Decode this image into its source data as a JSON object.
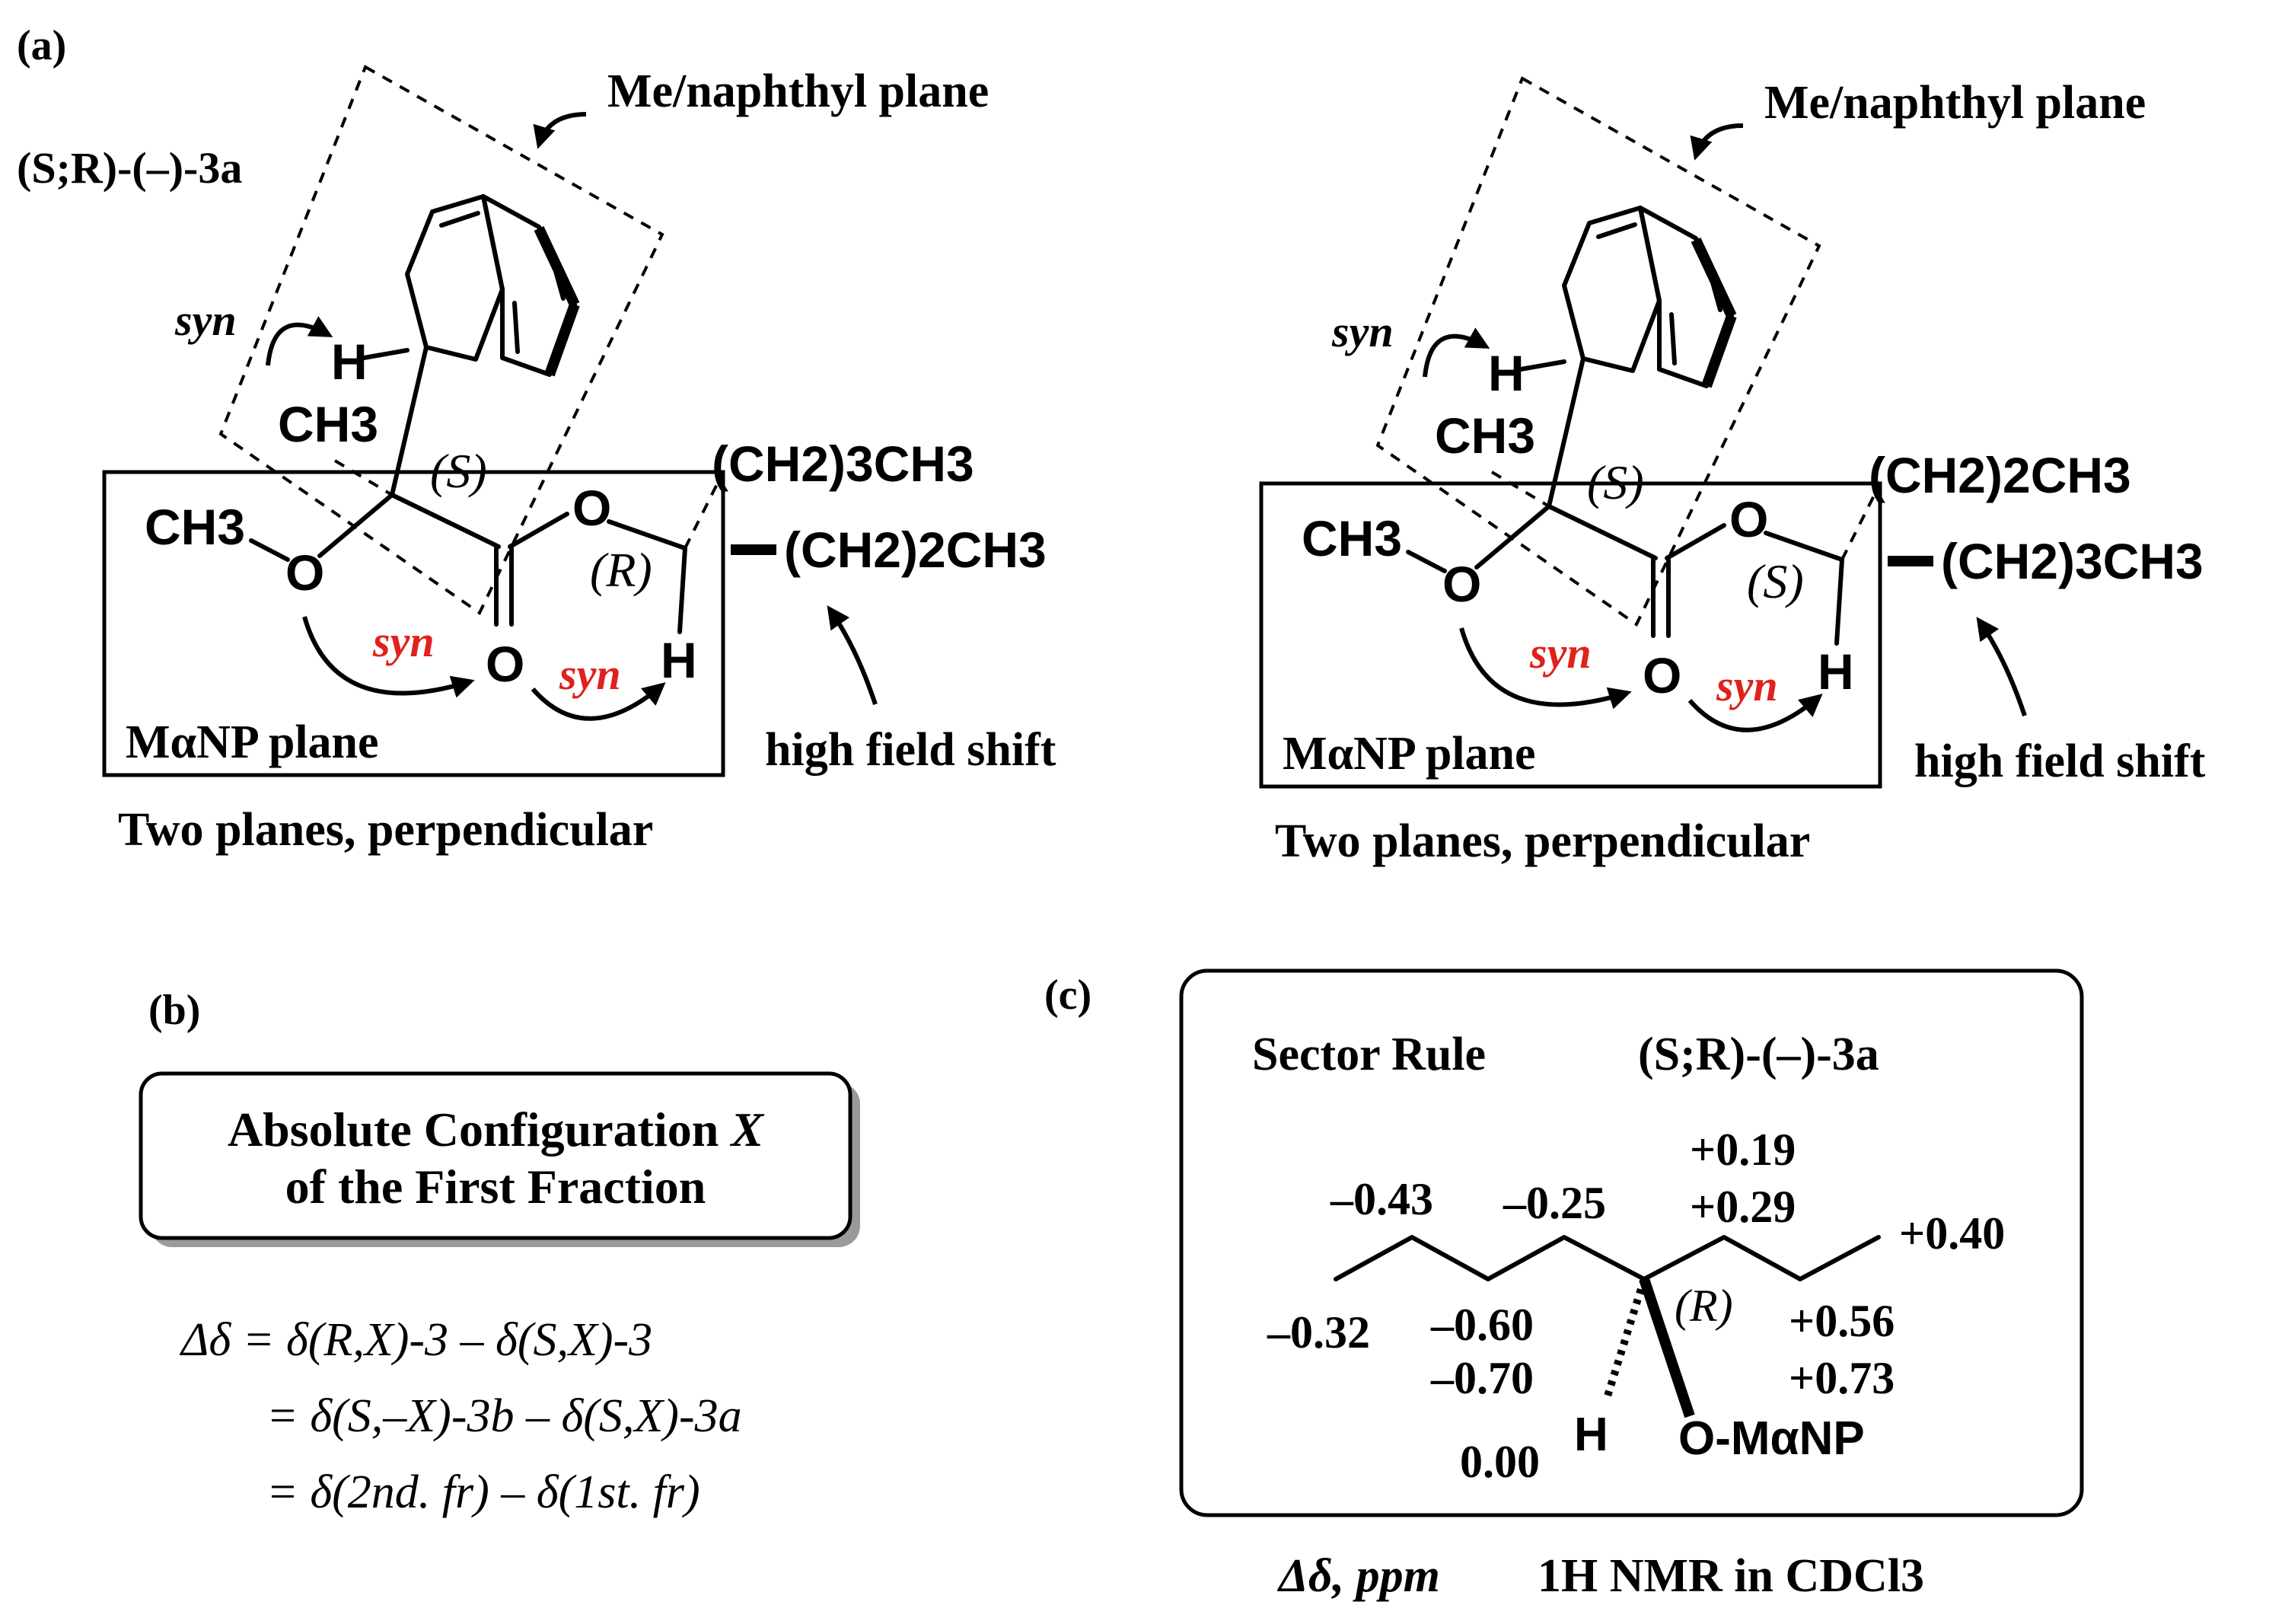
{
  "panel_a": {
    "label": "(a)",
    "left": {
      "compound": "(S;R)-(–)-3a",
      "plane_label_top": "Me/naphthyl plane",
      "syn": "syn",
      "h_naph": "H",
      "ch3_top": "CH3",
      "ch3_o": "CH3",
      "o_ether": "O",
      "o_ester": "O",
      "o_carbonyl": "O",
      "config_s": "(S)",
      "config_c": "(R)",
      "chain_top": "(CH2)3CH3",
      "chain_right": "(CH2)2CH3",
      "h_carbinol": "H",
      "syn_red_1": "syn",
      "syn_red_2": "syn",
      "plane_label_box": "MαNP plane",
      "high_field": "high field shift",
      "caption": "Two planes, perpendicular"
    },
    "right": {
      "plane_label_top": "Me/naphthyl plane",
      "syn": "syn",
      "h_naph": "H",
      "ch3_top": "CH3",
      "ch3_o": "CH3",
      "o_ether": "O",
      "o_ester": "O",
      "o_carbonyl": "O",
      "config_s": "(S)",
      "config_c": "(S)",
      "chain_top": "(CH2)2CH3",
      "chain_right": "(CH2)3CH3",
      "h_carbinol": "H",
      "syn_red_1": "syn",
      "syn_red_2": "syn",
      "plane_label_box": "MαNP plane",
      "high_field": "high field shift",
      "caption": "Two planes, perpendicular"
    }
  },
  "panel_b": {
    "label": "(b)",
    "box_line1": "Absolute Configuration",
    "box_line1_var": "X",
    "box_line2": "of the First Fraction",
    "eq1": "Δδ = δ(R,X)-3 – δ(S,X)-3",
    "eq2": "= δ(S,–X)-3b – δ(S,X)-3a",
    "eq3": "= δ(2nd. fr) – δ(1st. fr)"
  },
  "panel_c": {
    "label": "(c)",
    "title": "Sector Rule",
    "compound": "(S;R)-(–)-3a",
    "values": {
      "v1": "–0.43",
      "v2": "–0.25",
      "v3": "+0.19",
      "v4": "+0.29",
      "v5": "+0.40",
      "v6": "–0.32",
      "v7": "–0.60",
      "v8": "–0.70",
      "v9": "0.00",
      "v10": "+0.56",
      "v11": "+0.73"
    },
    "config": "(R)",
    "h": "H",
    "substituent": "O-MαNP",
    "footer_left": "Δδ, ppm",
    "footer_right": "1H NMR in CDCl3"
  }
}
